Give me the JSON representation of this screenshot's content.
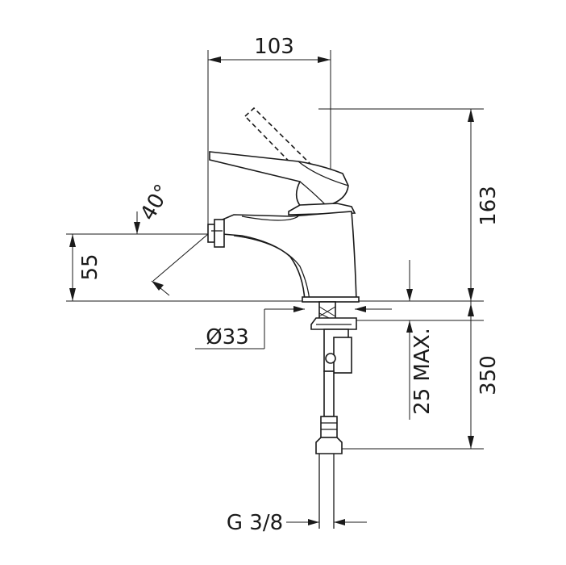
{
  "dimensions": {
    "width_top": "103",
    "height_total": "163",
    "spout_angle": "40°",
    "spout_height": "55",
    "base_diameter": "Ø33",
    "max_thickness": "25 MAX.",
    "hose_length": "350",
    "thread": "G 3/8"
  }
}
